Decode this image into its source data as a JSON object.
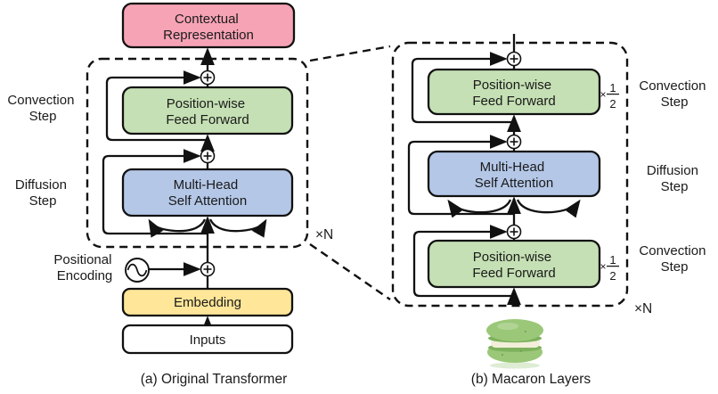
{
  "colors": {
    "pink": "#F6A3B5",
    "green": "#C5E0B4",
    "blue": "#B4C7E7",
    "yellow": "#FFE699",
    "white": "#FFFFFF",
    "line": "#111111",
    "macaron_shell": "#9BC878",
    "macaron_shell_dark": "#7DB15C",
    "macaron_cream": "#F2EEDA",
    "macaron_reflection": "#A9CE8E"
  },
  "left": {
    "output": [
      "Contextual",
      "Representation"
    ],
    "ffn": [
      "Position-wise",
      "Feed Forward"
    ],
    "attn": [
      "Multi-Head",
      "Self Attention"
    ],
    "embedding": "Embedding",
    "inputs": "Inputs",
    "pos_enc": [
      "Positional",
      "Encoding"
    ],
    "convection": [
      "Convection",
      "Step"
    ],
    "diffusion": [
      "Diffusion",
      "Step"
    ],
    "repeat": "×N",
    "caption": "(a) Original Transformer"
  },
  "right": {
    "ffn_top": [
      "Position-wise",
      "Feed Forward"
    ],
    "attn": [
      "Multi-Head",
      "Self Attention"
    ],
    "ffn_bottom": [
      "Position-wise",
      "Feed Forward"
    ],
    "convection_top": [
      "Convection",
      "Step"
    ],
    "diffusion": [
      "Diffusion",
      "Step"
    ],
    "convection_bottom": [
      "Convection",
      "Step"
    ],
    "half": {
      "times": "×",
      "numerator": "1",
      "denominator": "2"
    },
    "repeat": "×N",
    "caption": "(b) Macaron Layers"
  }
}
